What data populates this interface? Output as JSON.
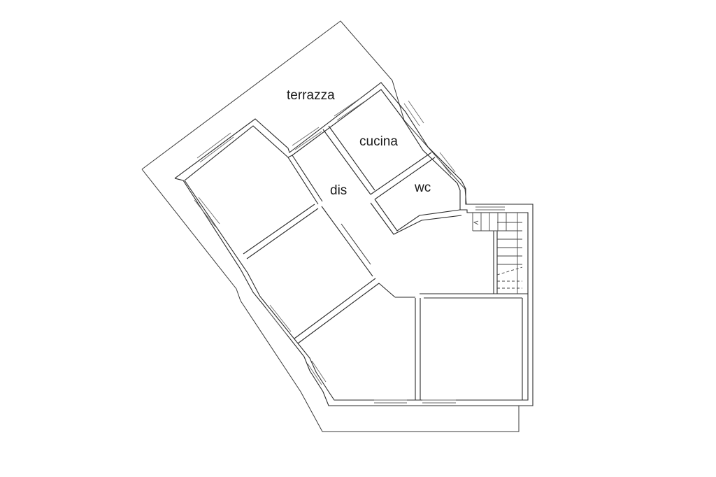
{
  "plan": {
    "rooms": {
      "terrazza": "terrazza",
      "cucina": "cucina",
      "dis": "dis",
      "wc": "wc"
    }
  }
}
